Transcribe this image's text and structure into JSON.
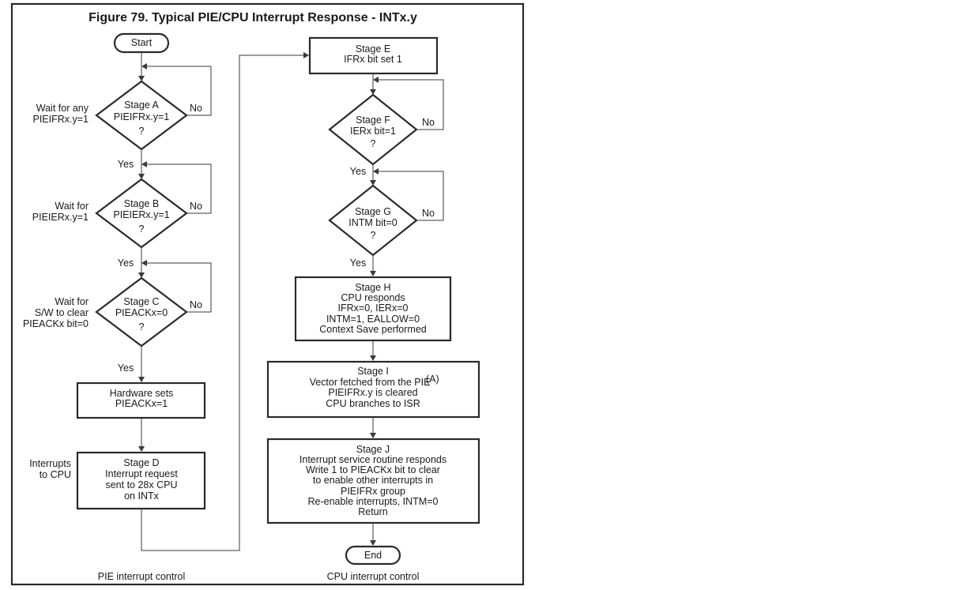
{
  "figure_title": "Figure 79. Typical PIE/CPU Interrupt Response - INTx.y",
  "terminals": {
    "start": "Start",
    "end": "End"
  },
  "stage_a": {
    "lines": [
      "Stage A",
      "PIEIFRx.y=1",
      "?"
    ],
    "side": [
      "Wait for any",
      "PIEIFRx.y=1"
    ]
  },
  "stage_b": {
    "lines": [
      "Stage B",
      "PIEIERx.y=1",
      "?"
    ],
    "side": [
      "Wait for",
      "PIEIERx.y=1"
    ]
  },
  "stage_c": {
    "lines": [
      "Stage C",
      "PIEACKx=0",
      "?"
    ],
    "side": [
      "Wait for",
      "S/W to clear",
      "PIEACKx bit=0"
    ]
  },
  "hardware_box": {
    "lines": [
      "Hardware sets",
      "PIEACKx=1"
    ]
  },
  "stage_d": {
    "lines": [
      "Stage D",
      "Interrupt request",
      "sent to 28x CPU",
      "on INTx"
    ],
    "side": [
      "Interrupts",
      "to CPU"
    ]
  },
  "stage_e": {
    "lines": [
      "Stage E",
      "IFRx bit set 1"
    ]
  },
  "stage_f": {
    "lines": [
      "Stage F",
      "IERx bit=1",
      "?"
    ]
  },
  "stage_g": {
    "lines": [
      "Stage G",
      "INTM bit=0",
      "?"
    ]
  },
  "stage_h": {
    "lines": [
      "Stage H",
      "CPU responds",
      "IFRx=0, IERx=0",
      "INTM=1, EALLOW=0",
      "Context Save performed"
    ]
  },
  "stage_i": {
    "lines": [
      "Stage I",
      "Vector fetched from the PIE",
      "PIEIFRx.y is cleared",
      "CPU branches to ISR"
    ],
    "superscript": "(A)"
  },
  "stage_j": {
    "lines": [
      "Stage J",
      "Interrupt service routine responds",
      "Write 1 to PIEACKx bit to clear",
      "to enable other interrupts in",
      "PIEIFRx group",
      "Re-enable interrupts, INTM=0",
      "Return"
    ]
  },
  "labels": {
    "yes": "Yes",
    "no": "No"
  },
  "footer": {
    "left": "PIE interrupt control",
    "right": "CPU interrupt control"
  }
}
